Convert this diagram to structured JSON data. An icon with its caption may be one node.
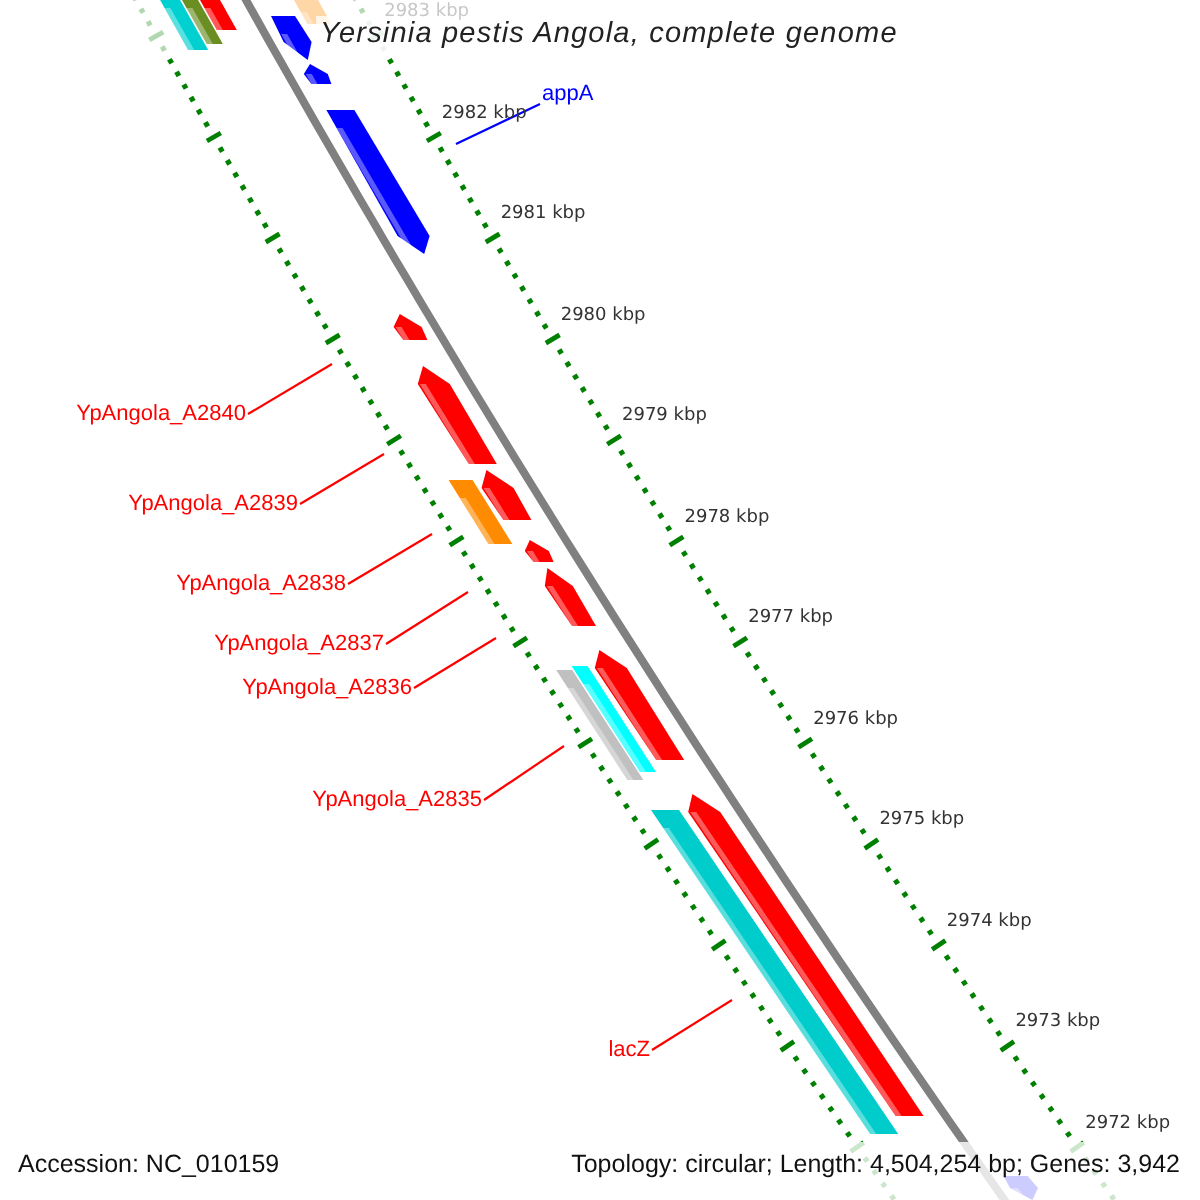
{
  "diagram": {
    "title": "Yersinia pestis Angola, complete genome",
    "nodes": [
      {
        "text": [
          "appA"
        ]
      },
      {
        "text": [
          "YpAngola_A2840"
        ]
      },
      {
        "text": [
          "YpAngola_A2839"
        ]
      },
      {
        "text": [
          "YpAngola_A2838"
        ]
      },
      {
        "text": [
          "YpAngola_A2837"
        ]
      },
      {
        "text": [
          "YpAngola_A2836"
        ]
      },
      {
        "text": [
          "YpAngola_A2835"
        ]
      },
      {
        "text": [
          "lacZ"
        ]
      }
    ],
    "edges": [
      {
        "from": 0,
        "to": null,
        "arrow": "none",
        "color": "#0000ff"
      },
      {
        "from": 1,
        "to": null,
        "arrow": "none"
      },
      {
        "from": 2,
        "to": null,
        "arrow": "none"
      },
      {
        "from": 3,
        "to": null,
        "arrow": "none"
      },
      {
        "from": 4,
        "to": null,
        "arrow": "none"
      },
      {
        "from": 5,
        "to": null,
        "arrow": "none"
      },
      {
        "from": 6,
        "to": null,
        "arrow": "none"
      },
      {
        "from": 7,
        "to": null,
        "arrow": "none"
      }
    ],
    "labels": [
      "2983 kbp",
      "2982 kbp",
      "2981 kbp",
      "2980 kbp",
      "2979 kbp",
      "2978 kbp",
      "2977 kbp",
      "2976 kbp",
      "2975 kbp",
      "2974 kbp",
      "2973 kbp",
      "2972 kbp",
      "Accession: NC_010159",
      "Topology: circular; Length: 4,504,254 bp; Genes: 3,942"
    ]
  }
}
